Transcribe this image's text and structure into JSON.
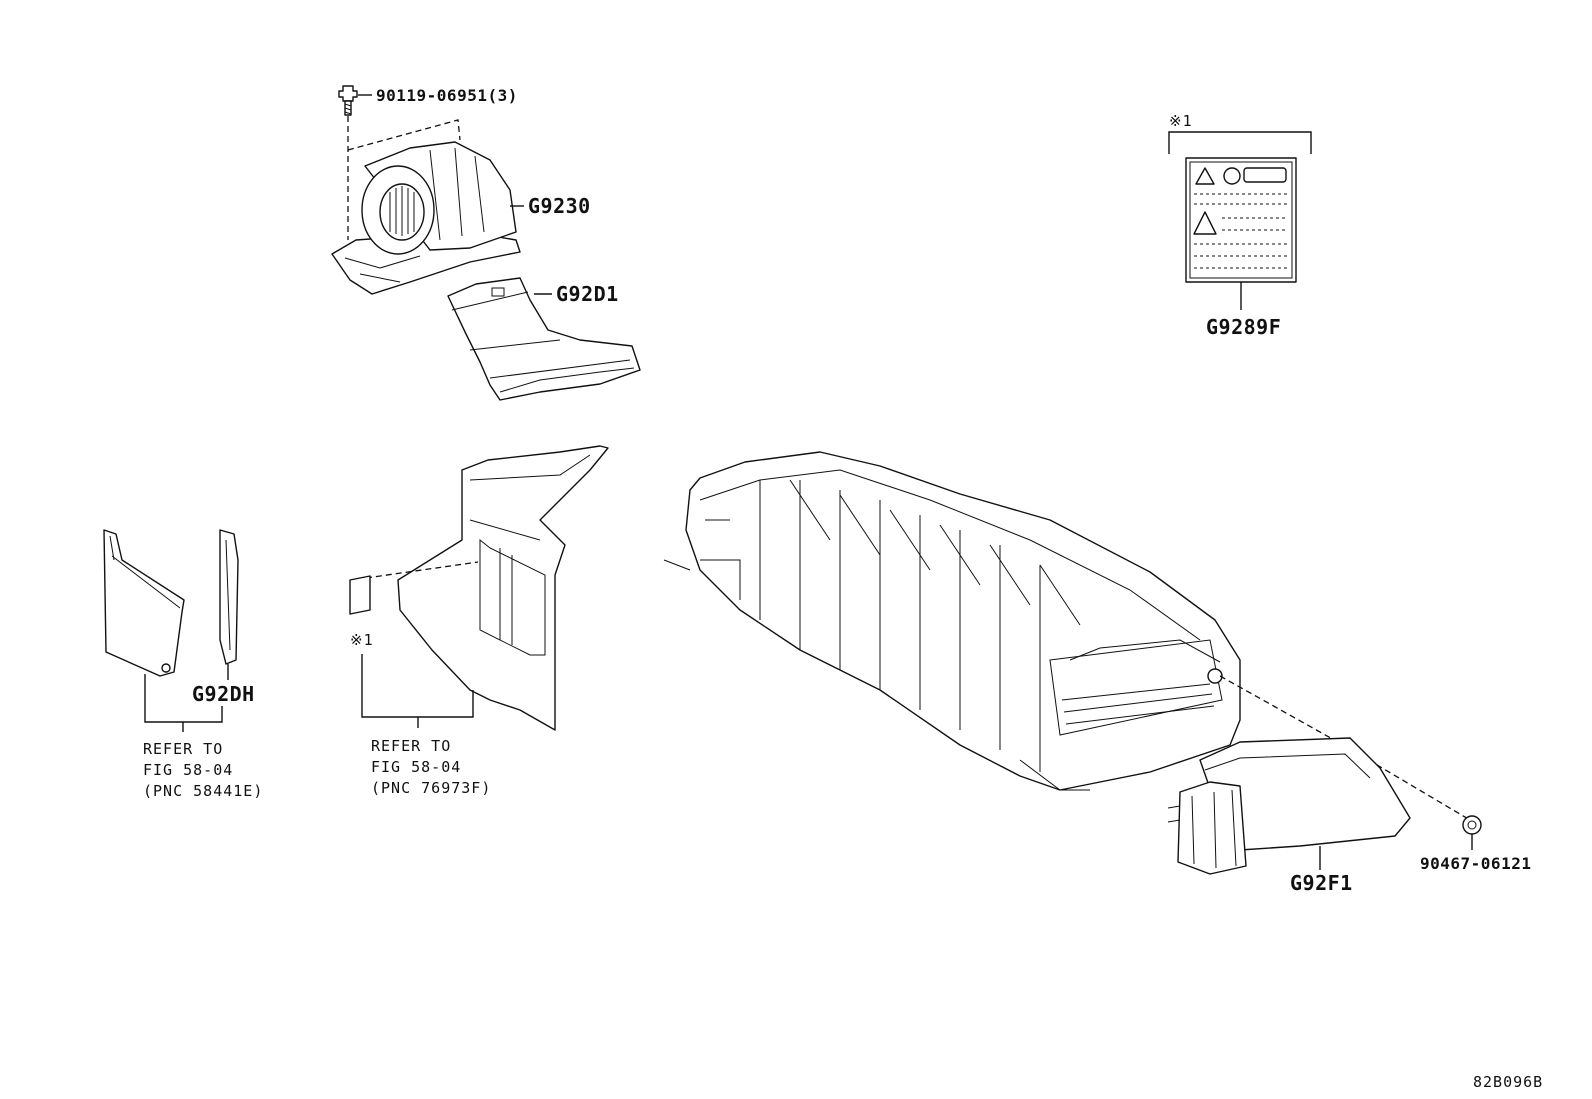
{
  "diagram": {
    "callouts": {
      "bolt": "90119-06951(3)",
      "blower": "G9230",
      "duct": "G92D1",
      "label_part": "G9289F",
      "side_cover": "G92DH",
      "battery_cover": "G92F1",
      "nut": "90467-06121"
    },
    "note_mark": "※1",
    "refer_left": {
      "line1": "REFER TO",
      "line2": "FIG 58-04",
      "line3": "(PNC 58441E)"
    },
    "refer_center": {
      "line1": "REFER TO",
      "line2": "FIG 58-04",
      "line3": "(PNC 76973F)"
    },
    "figure_code": "82B096B"
  }
}
